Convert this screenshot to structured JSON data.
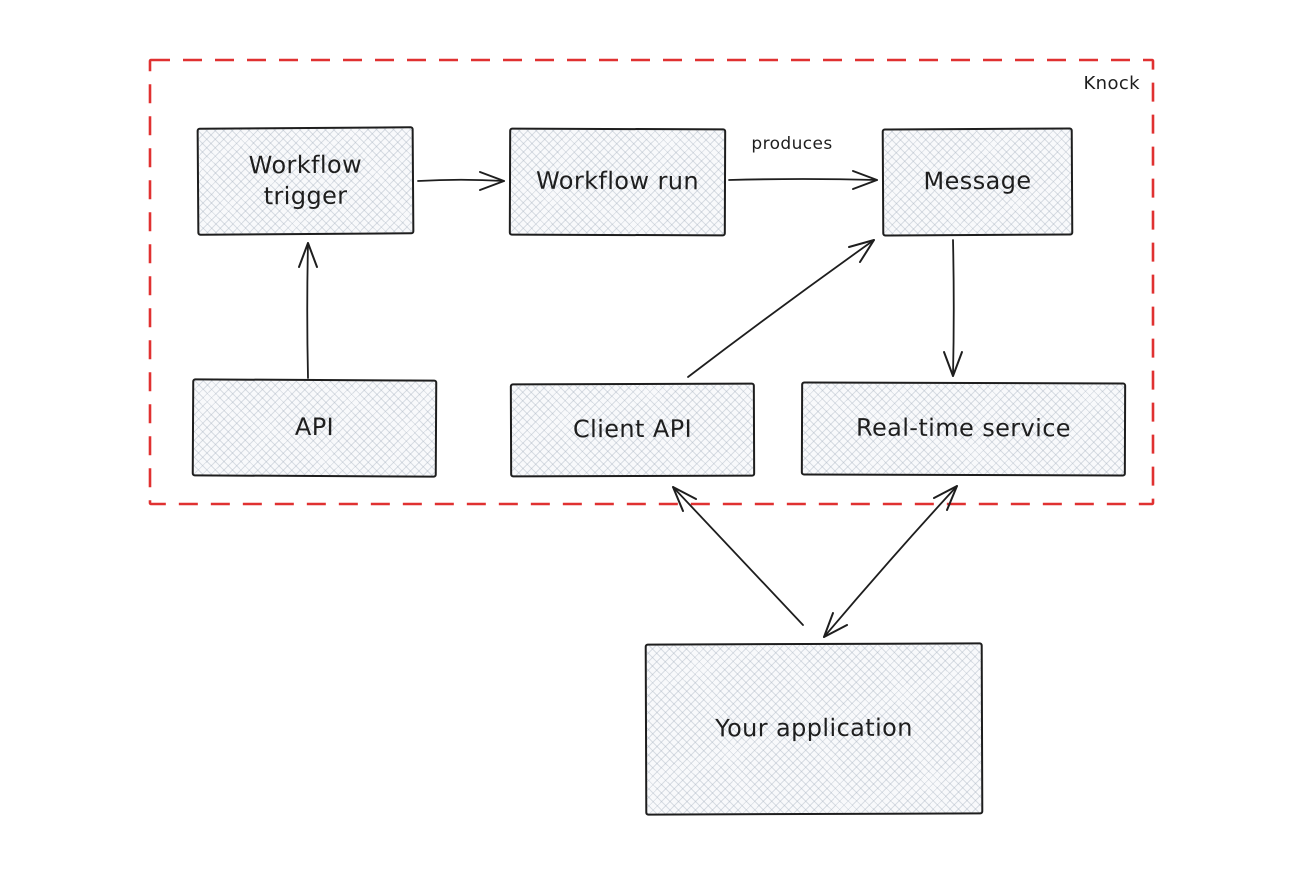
{
  "diagram": {
    "boundary": {
      "label": "Knock",
      "color": "#e03131"
    },
    "style": {
      "stroke_color": "#1e1e1e",
      "node_fill": "#f8f9fb",
      "background": "#ffffff"
    },
    "nodes": [
      {
        "id": "workflow-trigger",
        "label": "Workflow trigger",
        "inside_boundary": true
      },
      {
        "id": "workflow-run",
        "label": "Workflow run",
        "inside_boundary": true
      },
      {
        "id": "message",
        "label": "Message",
        "inside_boundary": true
      },
      {
        "id": "api",
        "label": "API",
        "inside_boundary": true
      },
      {
        "id": "client-api",
        "label": "Client API",
        "inside_boundary": true
      },
      {
        "id": "realtime-service",
        "label": "Real-time service",
        "inside_boundary": true
      },
      {
        "id": "your-application",
        "label": "Your application",
        "inside_boundary": false
      }
    ],
    "edges": [
      {
        "from": "workflow-trigger",
        "to": "workflow-run",
        "label": "",
        "bidirectional": false
      },
      {
        "from": "workflow-run",
        "to": "message",
        "label": "produces",
        "bidirectional": false
      },
      {
        "from": "api",
        "to": "workflow-trigger",
        "label": "",
        "bidirectional": false
      },
      {
        "from": "client-api",
        "to": "message",
        "label": "",
        "bidirectional": false
      },
      {
        "from": "message",
        "to": "realtime-service",
        "label": "",
        "bidirectional": false
      },
      {
        "from": "your-application",
        "to": "client-api",
        "label": "",
        "bidirectional": false
      },
      {
        "from": "realtime-service",
        "to": "your-application",
        "label": "",
        "bidirectional": true
      }
    ]
  }
}
